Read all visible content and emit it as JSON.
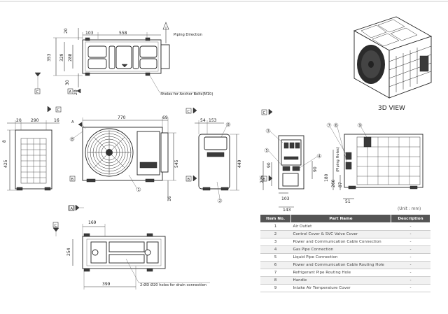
{
  "top_view": {
    "dims": {
      "d20a": "20",
      "d103": "103",
      "d558": "558",
      "d353": "353",
      "d329": "329",
      "d288": "288",
      "d30": "30",
      "d20b": "20"
    },
    "piping_direction": "Piping Direction",
    "anchor_note": "4holes for Anchor Bolts(M10)",
    "ref_c": "C",
    "ref_a": "A"
  },
  "side_left": {
    "dims": {
      "d20": "20",
      "d290": "290",
      "d16": "16",
      "d425": "425",
      "d8": "8"
    }
  },
  "front_view": {
    "dims": {
      "d770": "770",
      "d69": "69",
      "d545": "545",
      "d16": "16"
    },
    "ref_c": "C",
    "ref_b": "B",
    "ref_a": "A"
  },
  "side_right": {
    "dims": {
      "d54": "54",
      "d153": "153",
      "d449": "449"
    },
    "ref_c": "C",
    "ref_b": "B"
  },
  "back_view": {
    "dims": {
      "d90a": "90",
      "d90b": "90",
      "d225": "225",
      "d260": "260",
      "d87": "87",
      "d180": "180",
      "d103": "103",
      "d143": "143",
      "d51": "51"
    },
    "piping_holes": "(Piping Holes)",
    "ref_c": "C",
    "ref_b": "B"
  },
  "bottom_view": {
    "dims": {
      "d169": "169",
      "d254": "254",
      "d399": "399"
    },
    "drain_note": "2-ØD  Ø20  holes for drain connection",
    "ref_a": "A",
    "ref_c": "C"
  },
  "callouts": {
    "n1": "1",
    "n2": "2",
    "n3": "3",
    "n4": "4",
    "n5": "5",
    "n6": "6",
    "n7": "7",
    "n8": "8",
    "n9": "9"
  },
  "view3d_label": "3D VIEW",
  "unit_label": "(Unit : mm)",
  "parts_table": {
    "headers": [
      "Item No.",
      "Part Name",
      "Description"
    ],
    "rows": [
      {
        "no": "1",
        "name": "Air Outlet",
        "desc": "-"
      },
      {
        "no": "2",
        "name": "Control Cover & SVC Valve Cover",
        "desc": "-"
      },
      {
        "no": "3",
        "name": "Power and Communication Cable Connection",
        "desc": "-"
      },
      {
        "no": "4",
        "name": "Gas Pipe Connection",
        "desc": "-"
      },
      {
        "no": "5",
        "name": "Liquid Pipe Connection",
        "desc": "-"
      },
      {
        "no": "6",
        "name": "Power and Communication Cable Routing Hole",
        "desc": "-"
      },
      {
        "no": "7",
        "name": "Refrigerant Pipe Routing Hole",
        "desc": "-"
      },
      {
        "no": "8",
        "name": "Handle",
        "desc": "-"
      },
      {
        "no": "9",
        "name": "Intake Air Temperature Cover",
        "desc": "-"
      }
    ]
  }
}
